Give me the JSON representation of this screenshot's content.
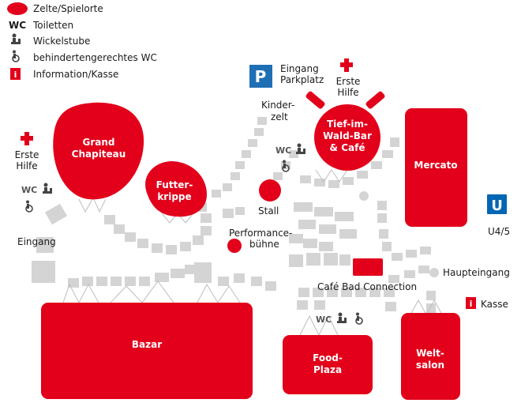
{
  "legend": {
    "tents": "Zelte/Spielorte",
    "wc_symbol": "WC",
    "toilets": "Toiletten",
    "changing": "Wickelstube",
    "accessible": "behindertengerechtes WC",
    "info_symbol": "i",
    "info": "Information/Kasse"
  },
  "venues": {
    "grand_chapiteau": [
      "Grand",
      "Chapiteau"
    ],
    "futterkrippe": [
      "Futter-",
      "krippe"
    ],
    "tief_im_wald": [
      "Tief-im-",
      "Wald-Bar",
      "& Café"
    ],
    "mercato": "Mercato",
    "bazar": "Bazar",
    "food_plaza": [
      "Food-",
      "Plaza"
    ],
    "weltsalon": [
      "Welt-",
      "salon"
    ]
  },
  "labels": {
    "parking_symbol": "P",
    "parking": [
      "Eingang",
      "Parkplatz"
    ],
    "first_aid_top": [
      "Erste",
      "Hilfe"
    ],
    "first_aid_left": [
      "Erste",
      "Hilfe"
    ],
    "kinderzelt": [
      "Kinder-",
      "zelt"
    ],
    "stall": "Stall",
    "performance": [
      "Performance-",
      "bühne"
    ],
    "eingang": "Eingang",
    "ubahn_symbol": "U",
    "ubahn_line": "U4/5",
    "haupteingang": "Haupteingang",
    "cafe_bad": "Café Bad Connection",
    "kasse": "Kasse",
    "wc_left": "WC",
    "wc_center": "WC",
    "wc_bottom": "WC"
  },
  "colors": {
    "accent": "#e2001a",
    "path": "#d4d4d4",
    "ubahn": "#0066b3",
    "parking": "#1f6fb5"
  }
}
